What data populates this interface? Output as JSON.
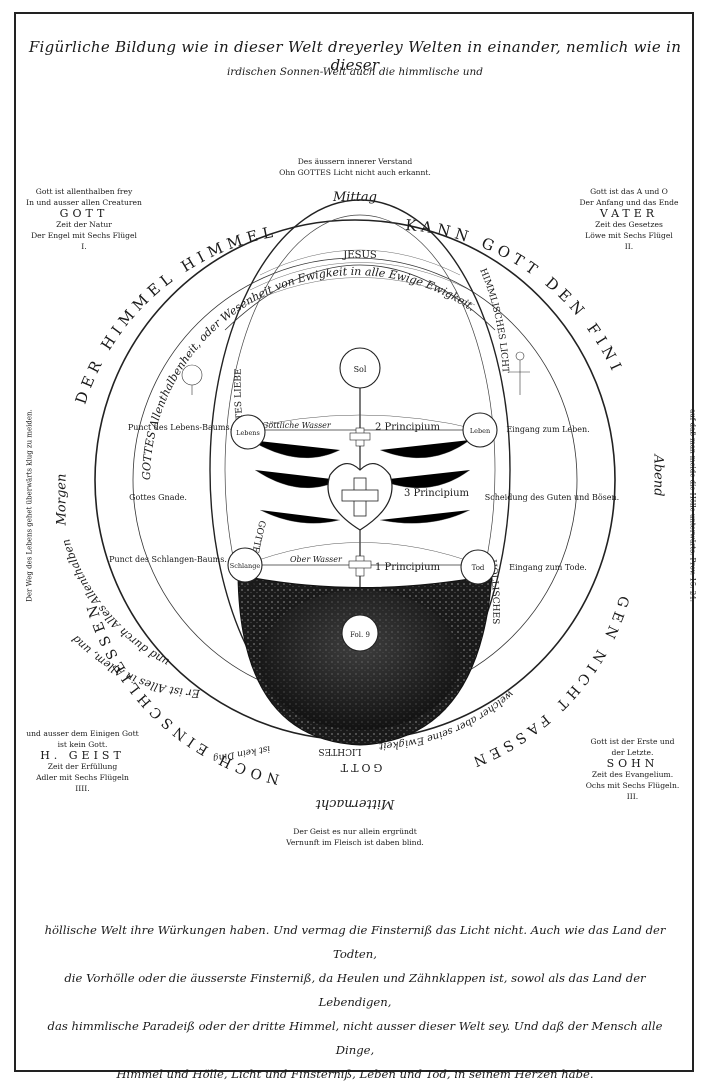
{
  "title": "Figürliche Bildung wie in dieser Welt dreyerley Welten in einander, nemlich wie in dieser",
  "subtitle": "irdischen Sonnen-Welt auch die himmlische und",
  "top_center": {
    "line1": "Des äussern innerer Verstand",
    "line2": "Ohn GOTTES Licht nicht auch erkannt.",
    "mitlag": "Mittag"
  },
  "corner_tl": {
    "lines": [
      "Gott ist allenthalben frey",
      "In und ausser allen Creaturen"
    ],
    "name": "GOTT",
    "lines2": [
      "Zeit der Natur",
      "Der Engel mit Sechs Flügel"
    ],
    "num": "I."
  },
  "corner_tr": {
    "lines": [
      "Gott ist das A und O",
      "Der Anfang und das Ende"
    ],
    "name": "VATER",
    "lines2": [
      "Zeit des Gesetzes",
      "Löwe mit Sechs Flügel"
    ],
    "num": "II."
  },
  "corner_bl": {
    "lines": [
      "und ausser dem Einigen Gott",
      "ist kein Gott."
    ],
    "name": "H. GEIST",
    "lines2": [
      "Zeit der Erfüllung",
      "Adler mit Sechs Flügeln"
    ],
    "num": "IIII."
  },
  "corner_br": {
    "lines": [
      "Gott ist der Erste und",
      "der Letzte."
    ],
    "name": "SOHN",
    "lines2": [
      "Zeit des Evangelium.",
      "Ochs mit Sechs Flügeln."
    ],
    "num": "III."
  },
  "bottom_center": {
    "mitternacht": "Mitternacht",
    "line1": "Der Geist es nur allein ergründt",
    "line2": "Vernunft im Fleisch ist daben blind."
  },
  "side_left": {
    "morgen": "Morgen",
    "vertical": "Der Weg des Lebens gehet überwärts klug zu meiden."
  },
  "side_right": {
    "abend": "Abend",
    "vertical": "auf daß man meide die Hölle unterwärts.   Prov. 15. 24."
  },
  "outer_ring": {
    "upper": "GOTTES Allenthalbenheit, oder Wesenheit von Ewigkeit in alle Ewige Ewigkeit.",
    "arc_right": "KANN GOTT DEN FINI",
    "arc_left": "DER HIMMEL HIMMEL",
    "arc_lower_right": "GEN NICHT FASSEN",
    "arc_lower_left": "NOCH EINSCHLIESSEN",
    "inner_left": "und durch Alles Allenthalben",
    "inner_left2": "Er ist Alles in Allem, und",
    "inner_bottom": "welcher aber seine Ewigkeit"
  },
  "inner": {
    "jesus": "JESUS",
    "gottes_liebe": "GOTTES LIEBE",
    "himmlisches_licht": "HIMMLISCHES LICHT",
    "gottes_zorn": "GOTTES ZORN",
    "hoellisches": "HÖLLISCHES",
    "principium2": "2 Principium",
    "principium3": "3 Principium",
    "principium1": "1 Principium",
    "wasser1": "Göttliche Wasser",
    "wasser2": "Ober Wasser",
    "gottes_gnade": "Gottes Gnade.",
    "punct_lebens": "Punct des Lebens-Baums.",
    "punct_schlangen": "Punct des Schlangen-Baums.",
    "eingang_leben": "Eingang zum Leben.",
    "eingang_tode": "Eingang zum Tode.",
    "scheidung": "Scheidung des Guten und Bösen.",
    "circle_top": "Sol",
    "circle_bottom": "Fol. 9",
    "circle_left_top": "Lebens",
    "circle_left_bottom": "Schlange",
    "circle_right_top": "Leben",
    "circle_right_bottom": "Tod",
    "gott_bottom": "GOTT",
    "licht_text": "LICHTES",
    "kein_ding": "ist kein Ding"
  },
  "bottom_paragraph": [
    "höllische Welt ihre Würkungen haben. Und vermag die Finsterniß das Licht nicht. Auch wie das Land der Todten,",
    "die Vorhölle oder die äusserste Finsterniß, da Heulen und Zähnklappen ist, sowol als das Land der Lebendigen,",
    "das himmlische Paradeiß oder der dritte Himmel, nicht ausser dieser Welt sey. Und daß der Mensch alle Dinge,",
    "Himmel und Hölle, Licht und Finsterniß, Leben und Tod, in seinem Herzen habe."
  ]
}
